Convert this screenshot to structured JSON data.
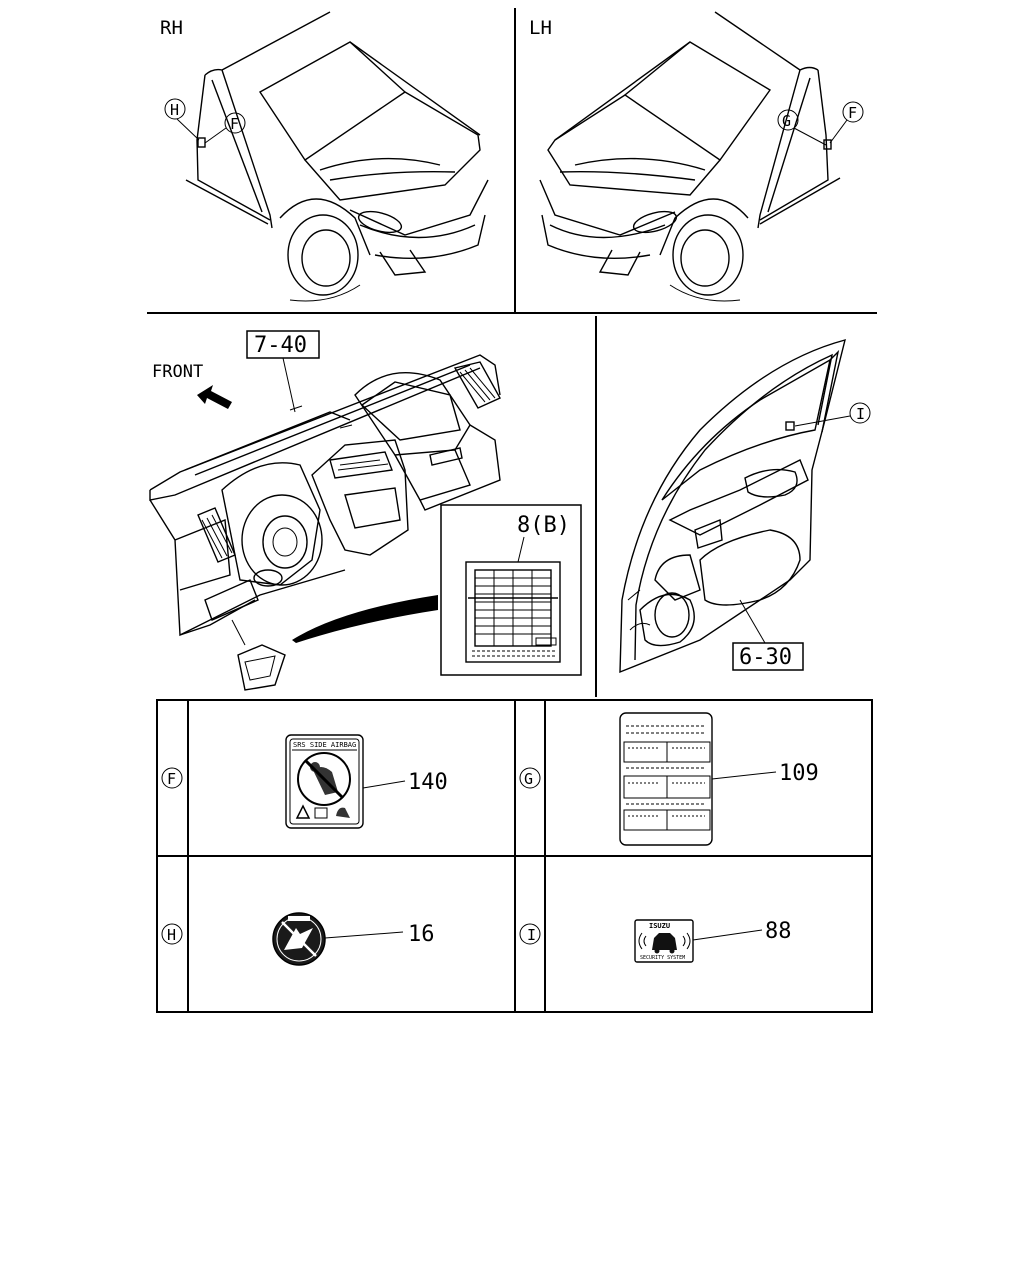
{
  "views": {
    "rh": "RH",
    "lh": "LH",
    "front_arrow": "FRONT"
  },
  "callouts": {
    "dash_ref": "7-40",
    "fuse_ref": "8(B)",
    "door_ref": "6-30"
  },
  "markers": {
    "f": "F",
    "g": "G",
    "h": "H",
    "i": "I"
  },
  "parts": {
    "side_airbag_label": "140",
    "tire_label": "109",
    "airbag_sun_visor_label": "16",
    "security_label": "88"
  },
  "label_text": {
    "side_airbag_title": "SRS SIDE AIRBAG",
    "security_brand": "ISUZU",
    "security_caption": "SECURITY SYSTEM"
  },
  "colors": {
    "line": "#000000",
    "background": "#ffffff"
  }
}
